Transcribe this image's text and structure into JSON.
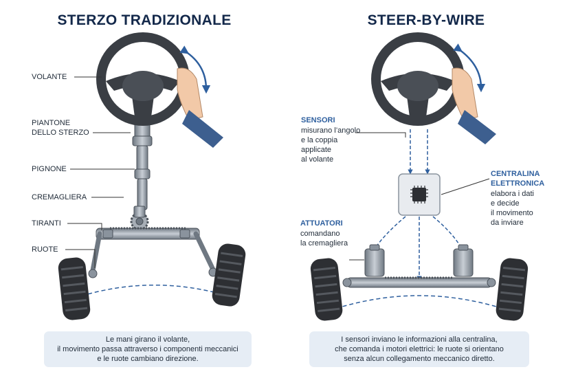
{
  "left": {
    "title": "STERZO TRADIZIONALE",
    "labels": {
      "volante": "VOLANTE",
      "piantone_1": "PIANTONE",
      "piantone_2": "DELLO STERZO",
      "pignone": "PIGNONE",
      "cremagliera": "CREMAGLIERA",
      "tiranti": "TIRANTI",
      "ruote": "RUOTE"
    },
    "caption": [
      "Le mani girano il volante,",
      "il movimento passa attraverso i componenti meccanici",
      "e le ruote cambiano direzione."
    ]
  },
  "right": {
    "title": "STEER-BY-WIRE",
    "sensori": {
      "title": "SENSORI",
      "lines": [
        "misurano l’angolo",
        "e la coppia",
        "applicate",
        "al volante"
      ]
    },
    "centralina": {
      "title_1": "CENTRALINA",
      "title_2": "ELETTRONICA",
      "lines": [
        "elabora i dati",
        "e decide",
        "il movimento",
        "da inviare"
      ]
    },
    "attuatori": {
      "title": "ATTUATORI",
      "lines": [
        "comandano",
        "la cremagliera"
      ]
    },
    "caption": [
      "I sensori inviano le informazioni alla centralina,",
      "che comanda i motori elettrici: le ruote si orientano",
      "senza alcun collegamento meccanico diretto."
    ]
  },
  "colors": {
    "title": "#13284a",
    "accent_blue": "#2e5f9e",
    "caption_bg": "#e6edf5",
    "metal": "#9aa3ad",
    "tire": "#2d2f33"
  }
}
